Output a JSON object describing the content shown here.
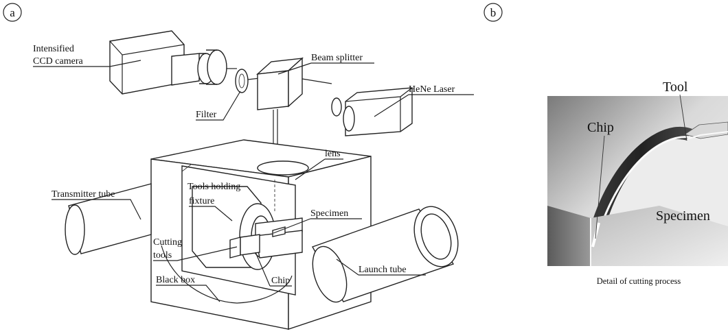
{
  "panel_a": {
    "marker": "a",
    "labels": {
      "camera_line1": "Intensified",
      "camera_line2": "CCD camera",
      "beam_splitter": "Beam splitter",
      "hene_laser": "HeNe Laser",
      "filter": "Filter",
      "lens": "lens",
      "transmitter_tube": "Transmitter tube",
      "tools_holding_line1": "Tools holding",
      "tools_holding_line2": "fixture",
      "specimen": "Specimen",
      "cutting_tools_line1": "Cutting",
      "cutting_tools_line2": "tools",
      "chip": "Chip",
      "launch_tube": "Launch tube",
      "black_box": "Black box"
    }
  },
  "panel_b": {
    "marker": "b",
    "labels": {
      "tool": "Tool",
      "chip": "Chip",
      "specimen": "Specimen"
    },
    "caption": "Detail of cutting process"
  }
}
